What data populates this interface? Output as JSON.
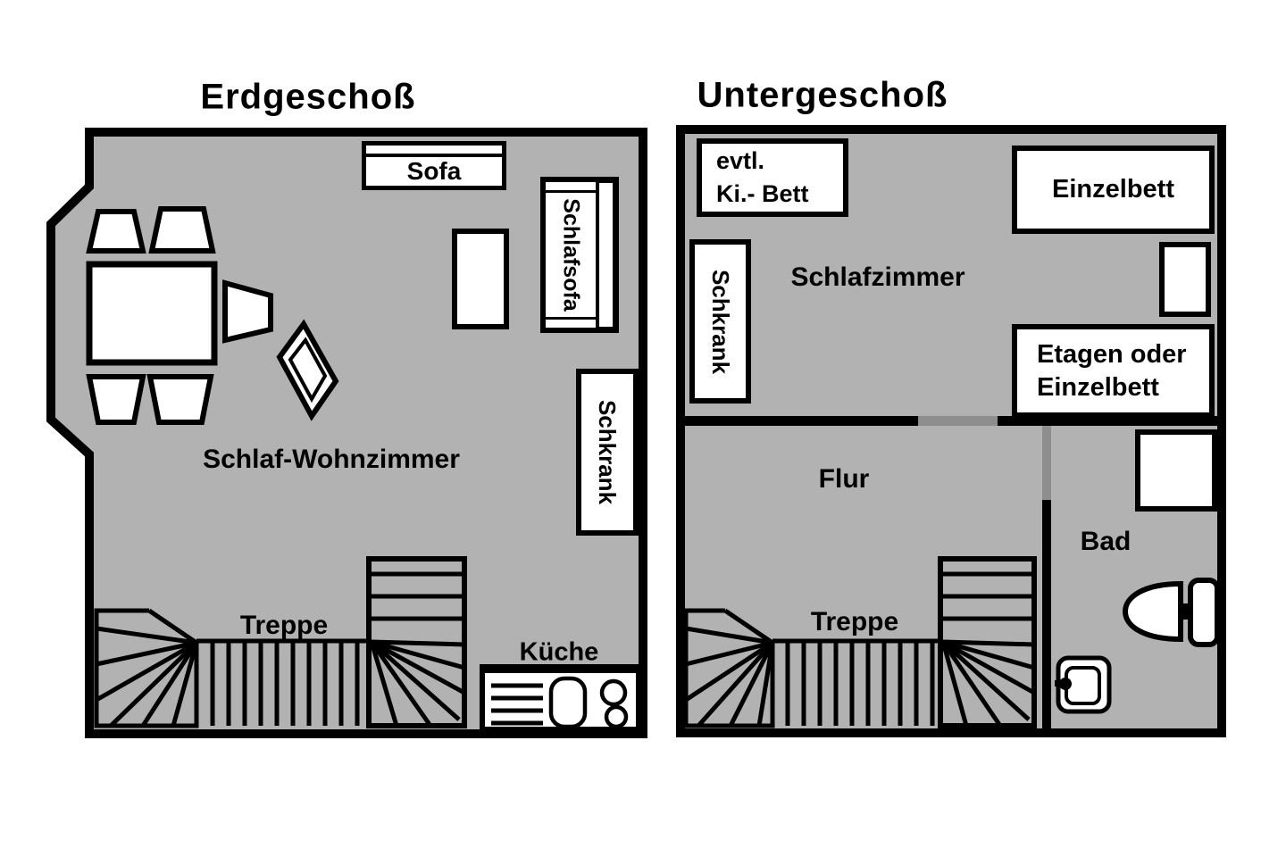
{
  "colors": {
    "floor": "#b2b2b2",
    "wall": "#000000",
    "furniture_fill": "#ffffff",
    "door_gap": "#8e8e8e"
  },
  "floors": {
    "erdgeschoss": {
      "title": "Erdgeschoß",
      "rooms": {
        "schlaf_wohnzimmer": "Schlaf-Wohnzimmer",
        "kueche": "Küche",
        "treppe": "Treppe"
      },
      "furniture": {
        "sofa": "Sofa",
        "schlafsofa": "Schlafsofa",
        "schrank": "Schkrank"
      }
    },
    "untergeschoss": {
      "title": "Untergeschoß",
      "rooms": {
        "schlafzimmer": "Schlafzimmer",
        "flur": "Flur",
        "bad": "Bad",
        "treppe": "Treppe"
      },
      "furniture": {
        "ki_bett_line1": "evtl.",
        "ki_bett_line2": "Ki.- Bett",
        "einzelbett": "Einzelbett",
        "schrank": "Schkrank",
        "etagen_line1": "Etagen oder",
        "etagen_line2": "Einzelbett"
      }
    }
  }
}
